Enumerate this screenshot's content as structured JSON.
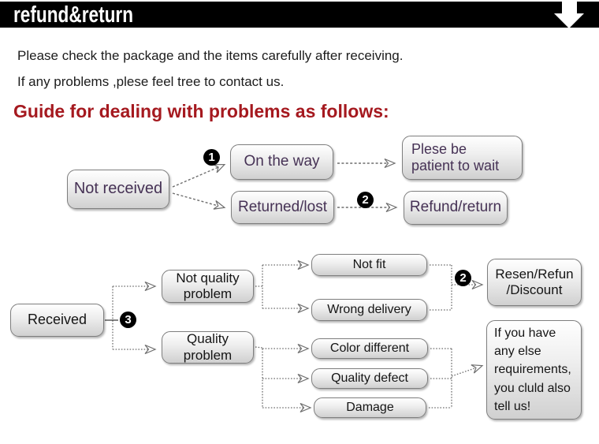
{
  "header": {
    "title": "refund&return",
    "arrow_icon": "down-arrow"
  },
  "intro": {
    "line1": "Please check the package and the items carefully after receiving.",
    "line2": "If any problems ,plese feel tree to contact us."
  },
  "guide_heading": {
    "text": "Guide for dealing with problems as follows:",
    "color": "#a5191f"
  },
  "colors": {
    "header_bg": "#000000",
    "header_text": "#ffffff",
    "heading_red": "#a5191f",
    "flow1_text": "#463255",
    "flow2_text": "#151515",
    "node_border": "#7e7e7e",
    "connector_gray": "#6e6e6e"
  },
  "flow1": {
    "nodes": {
      "not_received": "Not received",
      "on_the_way": "On the way",
      "returned_lost": "Returned/lost",
      "patient": "Plese be\npatient to wait",
      "refund_return": "Refund/return"
    },
    "badges": {
      "one": "1",
      "two": "2"
    },
    "edges": [
      {
        "from": "Not received",
        "to": "On the way",
        "badge": "1"
      },
      {
        "from": "Not received",
        "to": "Returned/lost"
      },
      {
        "from": "On the way",
        "to": "Plese be patient to wait"
      },
      {
        "from": "Returned/lost",
        "to": "Refund/return",
        "badge": "2"
      }
    ]
  },
  "flow2": {
    "nodes": {
      "received": "Received",
      "not_quality": "Not quality\nproblem",
      "quality": "Quality\nproblem",
      "not_fit": "Not fit",
      "wrong_delivery": "Wrong delivery",
      "color_different": "Color different",
      "quality_defect": "Quality defect",
      "damage": "Damage",
      "resend": "Resen/Refun\n/Discount",
      "anything_else": "If you have\nany else\nrequirements,\nyou cluld also\ntell us!"
    },
    "badges": {
      "three": "3",
      "two": "2"
    },
    "edges": [
      {
        "from": "Received",
        "to": "Not quality problem",
        "badge": "3"
      },
      {
        "from": "Received",
        "to": "Quality problem",
        "badge": "3"
      },
      {
        "from": "Not quality problem",
        "to": "Not fit"
      },
      {
        "from": "Not quality problem",
        "to": "Wrong delivery"
      },
      {
        "from": "Not fit",
        "to": "Resen/Refun /Discount",
        "badge": "2"
      },
      {
        "from": "Wrong delivery",
        "to": "Resen/Refun /Discount",
        "badge": "2"
      },
      {
        "from": "Quality problem",
        "to": "Color different"
      },
      {
        "from": "Quality problem",
        "to": "Quality defect"
      },
      {
        "from": "Quality problem",
        "to": "Damage"
      },
      {
        "from": "Color different",
        "to": "If you have any else requirements, you cluld also tell us!"
      },
      {
        "from": "Quality defect",
        "to": "If you have any else requirements, you cluld also tell us!"
      },
      {
        "from": "Damage",
        "to": "If you have any else requirements, you cluld also tell us!"
      }
    ]
  }
}
